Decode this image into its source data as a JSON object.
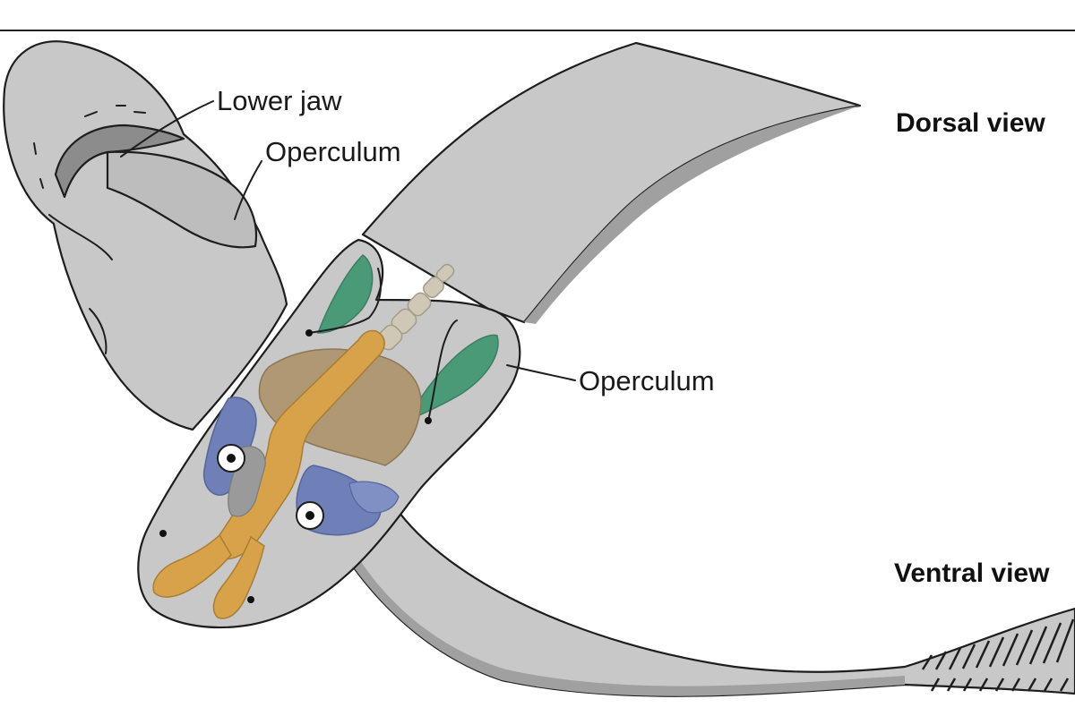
{
  "labels": {
    "lower_jaw": "Lower jaw",
    "operculum_dorsal": "Operculum",
    "operculum_ventral": "Operculum",
    "dorsal_view": "Dorsal view",
    "ventral_view": "Ventral view"
  },
  "colors": {
    "body_gray": "#c8c8c8",
    "shadow_gray": "#9e9e9e",
    "skull_tan": "#b19874",
    "bone_orange": "#d7a24a",
    "gill_green": "#4a9a78",
    "arch_blue": "#6f7fb8",
    "vertebra": "#cfc8b6",
    "outline": "#1e1e1e"
  }
}
